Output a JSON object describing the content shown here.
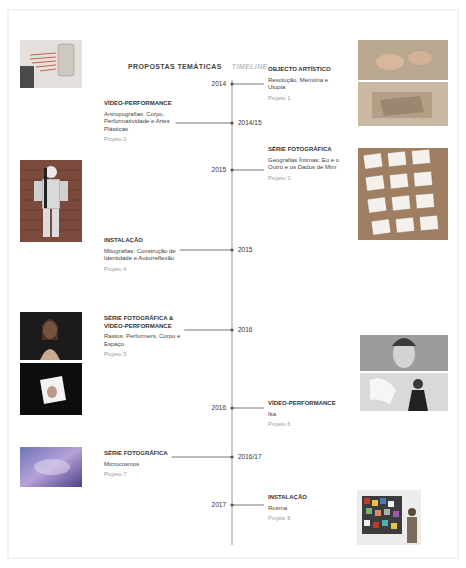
{
  "diagram": {
    "title": "PROPOSTAS TEMÁTICAS",
    "nodes": [
      {
        "text": [
          "OBJECTO ARTÍSTICO",
          "Resolução, Memória e Utopia",
          "Projeto 1"
        ]
      },
      {
        "text": [
          "VÍDEO-PERFORMANCE",
          "Antropografias: Corpo, Performatividade e Artes Plásticas",
          "Projeto 2"
        ]
      },
      {
        "text": [
          "SÉRIE FOTOGRÁFICA",
          "Geografias Íntimas: Eu e o Outro e os Dados de Mim",
          "Projeto 3"
        ]
      },
      {
        "text": [
          "INSTALAÇÃO",
          "Mitografias: Construção de Identidade e Autorreflexão",
          "Projeto 4"
        ]
      },
      {
        "text": [
          "SÉRIE FOTOGRÁFICA & VÍDEO-PERFORMANCE",
          "Rastos: Performers, Corpo e Espaço",
          "Projeto 5"
        ]
      },
      {
        "text": [
          "VÍDEO-PERFORMANCE",
          "Ika",
          "Projeto 6"
        ]
      },
      {
        "text": [
          "SÉRIE FOTOGRÁFICA",
          "Microcosmos",
          "Projeto 7"
        ]
      },
      {
        "text": [
          "INSTALAÇÃO",
          "Rosma",
          "Projeto 8"
        ]
      }
    ],
    "labels": [
      "TIMELINE",
      "2014",
      "2014/15",
      "2015",
      "2015",
      "2016",
      "2016",
      "2016/17",
      "2017"
    ]
  }
}
